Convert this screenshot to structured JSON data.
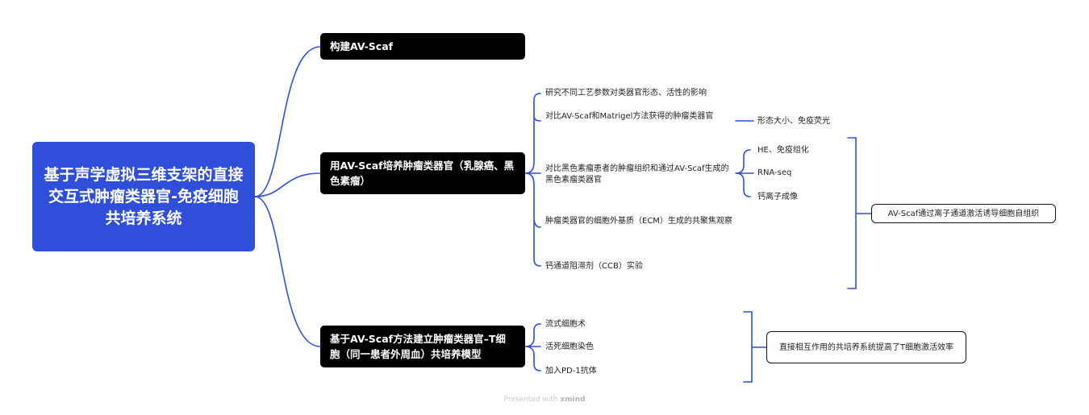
{
  "root": {
    "title": "基于声学虚拟三维支架的直接交互式肿瘤类器官-免疫细胞共培养系统"
  },
  "branches": [
    {
      "label": "构建AV-Scaf"
    },
    {
      "label": "用AV-Scaf培养肿瘤类器官（乳腺癌、黑色素瘤）",
      "children": [
        {
          "label": "研究不同工艺参数对类器官形态、活性的影响"
        },
        {
          "label": "对比AV-Scaf和Matrigel方法获得的肿瘤类器官",
          "children": [
            "形态大小、免疫荧光"
          ]
        },
        {
          "label": "对比黑色素瘤患者的肿瘤组织和通过AV-Scaf生成的黑色素瘤类器官",
          "children": [
            "HE、免疫组化",
            "RNA-seq",
            "钙离子成像"
          ]
        },
        {
          "label": "肿瘤类器官的细胞外基质（ECM）生成的共聚焦观察"
        },
        {
          "label": "钙通道阻滞剂（CCB）实验"
        }
      ],
      "summary": "AV-Scaf通过离子通道激活诱导细胞自组织"
    },
    {
      "label": "基于AV-Scaf方法建立肿瘤类器官–T细胞（同一患者外周血）共培养模型",
      "children": [
        {
          "label": "流式细胞术"
        },
        {
          "label": "活死细胞染色"
        },
        {
          "label": "加入PD-1抗体"
        }
      ],
      "summary": "直接相互作用的共培养系统提高了T细胞激活效率"
    }
  ],
  "footer": {
    "prefix": "Presented with",
    "brand": "xmind"
  },
  "colors": {
    "root": "#2F4FDA",
    "connector": "#2F4FDA",
    "branch": "#000000"
  }
}
